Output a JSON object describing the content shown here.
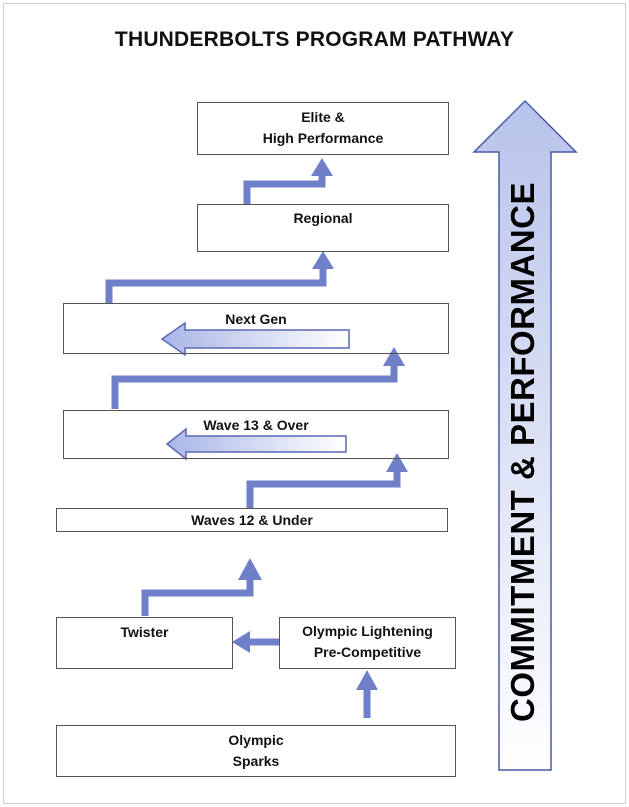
{
  "title": "THUNDERBOLTS PROGRAM PATHWAY",
  "side_arrow_label": "COMMITMENT & PERFORMANCE",
  "levels": [
    {
      "id": "elite",
      "lines": [
        "Elite &",
        "High Performance"
      ]
    },
    {
      "id": "regional",
      "lines": [
        "Regional"
      ]
    },
    {
      "id": "next-gen",
      "lines": [
        "Next Gen"
      ]
    },
    {
      "id": "wave-13-over",
      "lines": [
        "Wave 13 & Over"
      ]
    },
    {
      "id": "waves-12-under",
      "lines": [
        "Waves 12 & Under"
      ]
    },
    {
      "id": "twister",
      "lines": [
        "Twister"
      ]
    },
    {
      "id": "olympic-lightening",
      "lines": [
        "Olympic Lightening",
        "Pre-Competitive"
      ]
    },
    {
      "id": "olympic-sparks",
      "lines": [
        "Olympic",
        "Sparks"
      ]
    }
  ],
  "colors": {
    "arrow": "#6f7fc8",
    "arrow_stroke": "#6673b8",
    "gradient_light": "#ffffff",
    "gradient_dark": "#b9c4ea",
    "box_border": "#555555"
  }
}
